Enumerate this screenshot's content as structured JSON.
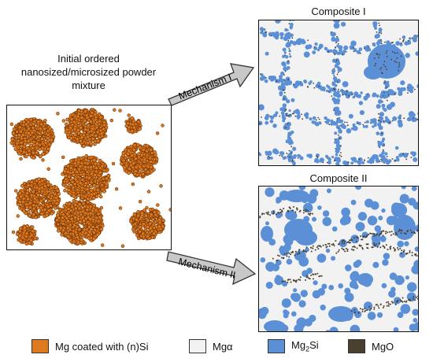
{
  "titles": {
    "initial": "Initial ordered nanosized/microsized powder mixture",
    "composite1": "Composite I",
    "composite2": "Composite II"
  },
  "arrows": {
    "mechanism1": "Mechanism I",
    "mechanism2": "Mechanism II"
  },
  "legend": [
    {
      "label": "Mg coated with (n)Si",
      "color": "#e07a1f"
    },
    {
      "label": "Mgα",
      "color": "#f2f2f2"
    },
    {
      "label_main": "Mg",
      "label_sub": "2",
      "label_tail": "Si",
      "color": "#5b8fd6"
    },
    {
      "label": "MgO",
      "color": "#4a4030"
    }
  ],
  "colors": {
    "mg_coated": "#e07a1f",
    "mg_alpha": "#f2f2f2",
    "mg2si": "#5b8fd6",
    "mgo": "#4a4030",
    "arrow_fill": "#c8c8c8"
  }
}
